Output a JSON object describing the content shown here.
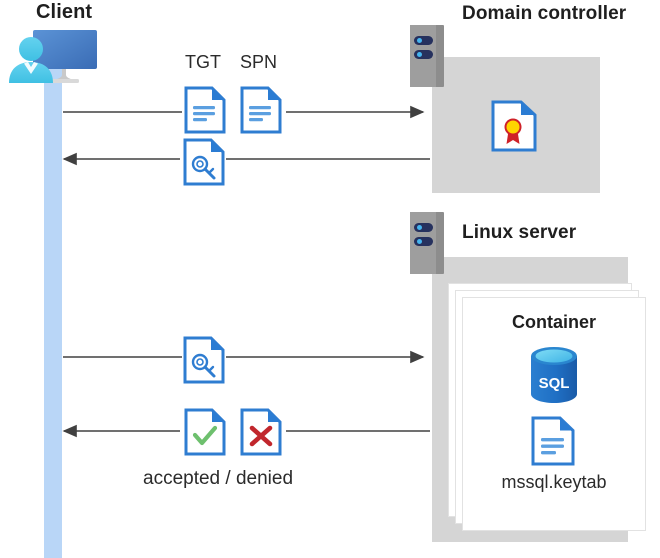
{
  "diagram": {
    "title_client": "Client",
    "title_domain_controller": "Domain controller",
    "title_linux_server": "Linux server",
    "container_title": "Container",
    "keytab_filename": "mssql.keytab",
    "label_tgt": "TGT",
    "label_spn": "SPN",
    "label_accepted_denied": "accepted / denied",
    "sql_label": "SQL"
  },
  "icons": {
    "client": "client-workstation-icon",
    "server_rack": "server-rack-icon",
    "document_tgt": "document-icon",
    "document_spn": "document-icon",
    "document_key": "key-document-icon",
    "document_accepted": "accepted-document-icon",
    "document_denied": "denied-document-icon",
    "certificate": "certificate-icon",
    "sql_database": "sql-database-icon",
    "keytab_document": "keytab-document-icon"
  },
  "colors": {
    "lifeline": "#b9d6f7",
    "zone_grey": "#d5d5d5",
    "rack_grey": "#9e9e9e",
    "rack_pill": "#26315e",
    "rack_dot": "#45b5ef",
    "doc_blue": "#2f7dd1",
    "doc_fold": "#2b7cd3",
    "arrow": "#404040",
    "check_green": "#6ec06e",
    "cross_red": "#c1272d",
    "seal_yellow": "#ffd500",
    "seal_red": "#cf2128",
    "sql_blue": "#1f6fc4",
    "text_dark": "#1f1f1f"
  },
  "flows": [
    {
      "name": "client-to-dc-request",
      "direction": "right",
      "from": "Client",
      "to": "Domain controller",
      "carries": [
        "TGT",
        "SPN"
      ]
    },
    {
      "name": "dc-to-client-response",
      "direction": "left",
      "from": "Domain controller",
      "to": "Client",
      "carries": [
        "service ticket"
      ]
    },
    {
      "name": "client-to-linux-request",
      "direction": "right",
      "from": "Client",
      "to": "Linux server",
      "carries": [
        "service ticket"
      ]
    },
    {
      "name": "linux-to-client-response",
      "direction": "left",
      "from": "Linux server",
      "to": "Client",
      "carries": [
        "accepted / denied"
      ]
    }
  ]
}
